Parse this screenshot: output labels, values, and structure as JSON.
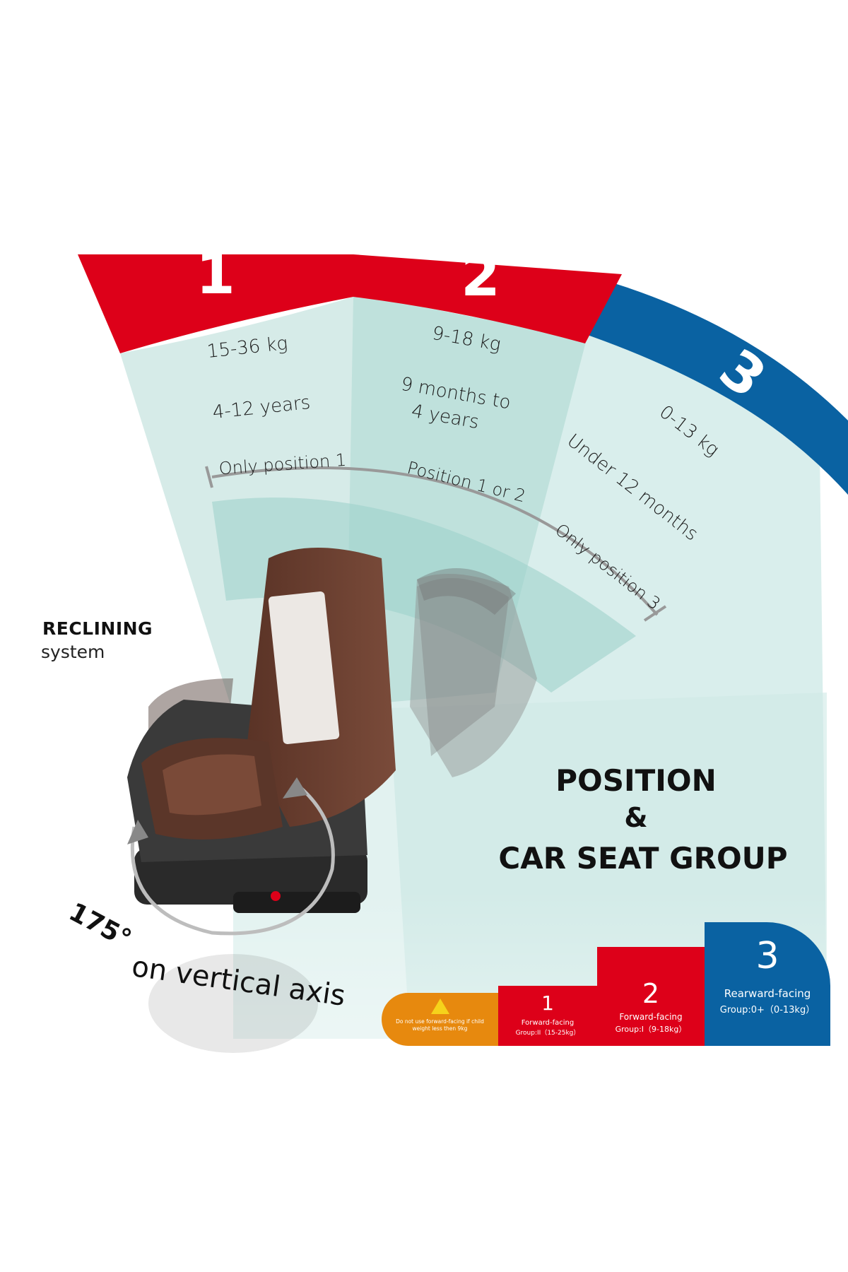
{
  "colors": {
    "red": "#dd0019",
    "blue": "#0a62a2",
    "orange": "#e7890e",
    "teal_light": "#d6ebe8",
    "teal_mid": "#b4dcd6",
    "teal_dark": "#94cdc7",
    "seat_brown": "#6b3f2f"
  },
  "groups": [
    {
      "number": "1",
      "weight": "15-36 kg",
      "age": "4-12 years",
      "position": "Only position 1"
    },
    {
      "number": "2",
      "weight": "9-18 kg",
      "age_line1": "9 months to",
      "age_line2": "4 years",
      "position": "Position 1 or 2"
    },
    {
      "number": "3",
      "weight": "0-13 kg",
      "age": "Under 12 months",
      "position": "Only position 3"
    }
  ],
  "reclining": {
    "bold": "RECLINING",
    "light": "system"
  },
  "rotation": {
    "degrees": "175°",
    "text": "on vertical axis"
  },
  "position_title": {
    "line1": "POSITION",
    "line2": "&",
    "line3": "CAR SEAT GROUP"
  },
  "legend": {
    "warning_text": "Do not use forward-facing if child weight less then 9kg",
    "warning_icon": "warning-triangle-icon",
    "items": [
      {
        "number": "1",
        "label": "Forward-facing",
        "group": "Group:II（15-25kg）"
      },
      {
        "number": "2",
        "label": "Forward-facing",
        "group": "Group:I（9-18kg）"
      },
      {
        "number": "3",
        "label": "Rearward-facing",
        "group": "Group:0+（0-13kg）"
      }
    ]
  }
}
